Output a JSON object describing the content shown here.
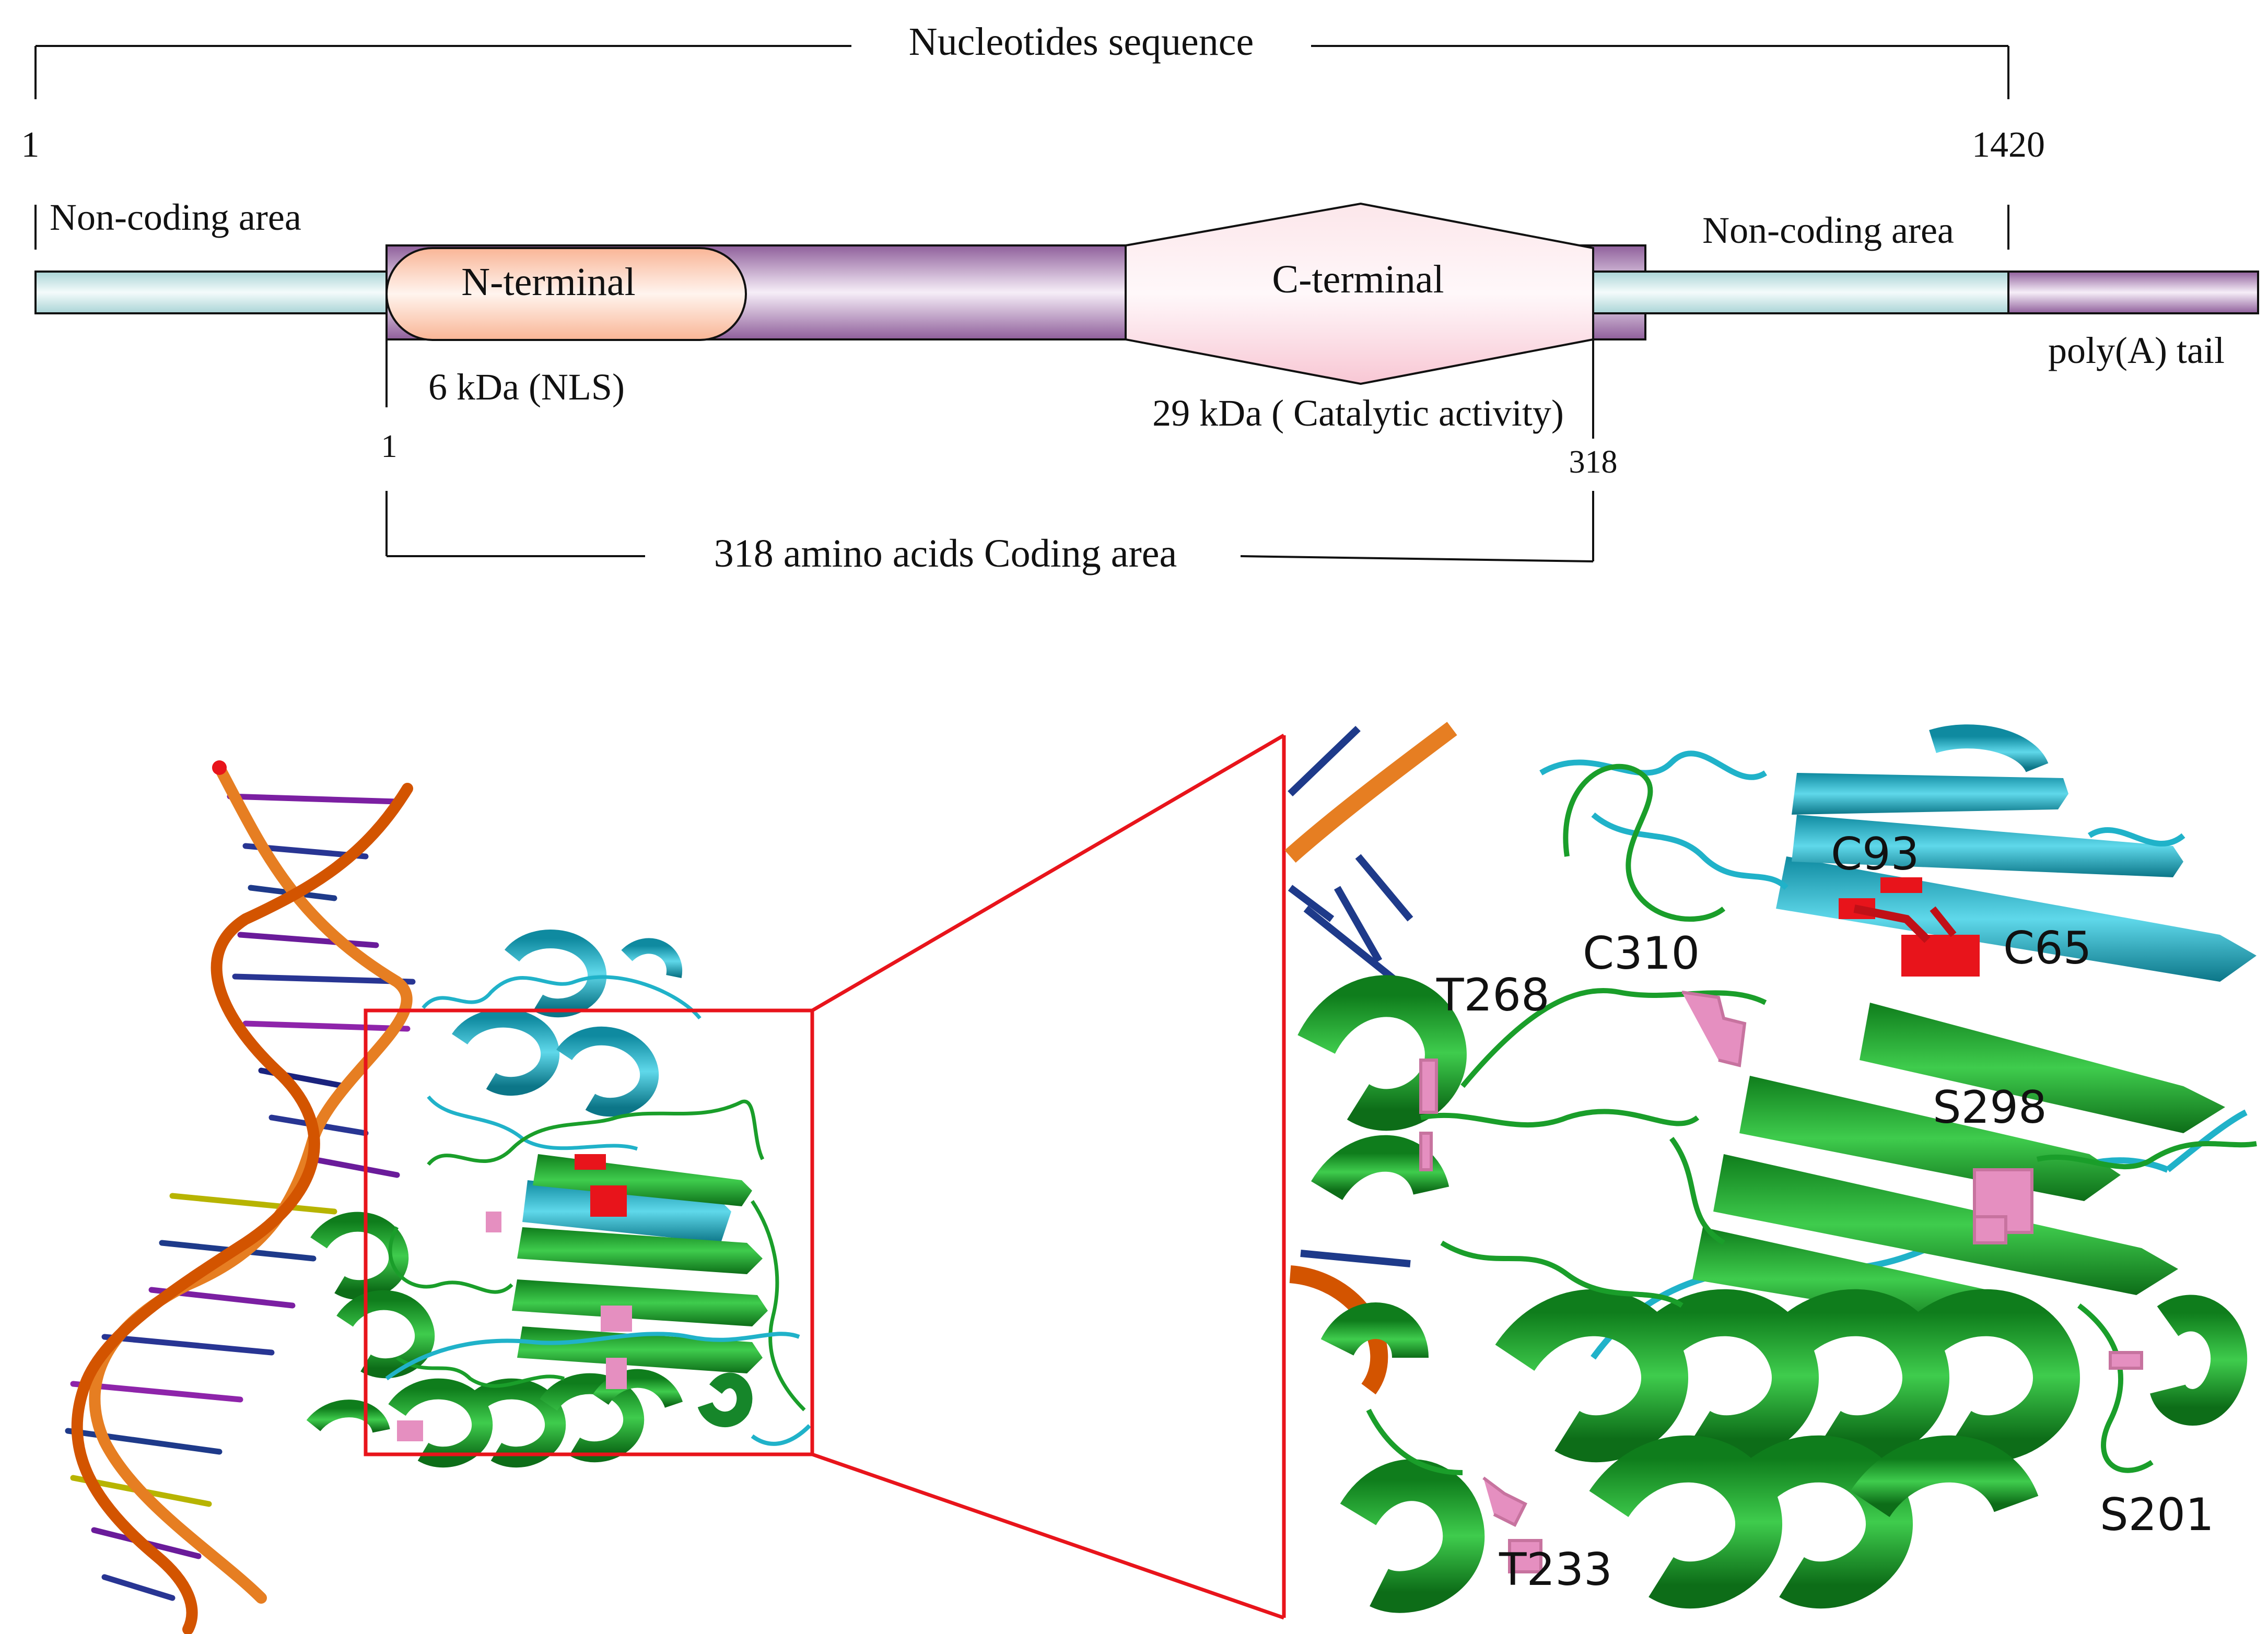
{
  "gene_map": {
    "nucleotides_label": "Nucleotides sequence",
    "nt_start": "1",
    "nt_end": "1420",
    "noncoding_left": "Non-coding area",
    "noncoding_right": "Non-coding area",
    "n_terminal": "N-terminal",
    "c_terminal": "C-terminal",
    "n_domain_note": "6 kDa (NLS)",
    "c_domain_note": "29 kDa ( Catalytic activity)",
    "aa_start": "1",
    "aa_end": "318",
    "polya": "poly(A) tail",
    "coding_label": "318 amino acids Coding area"
  },
  "structure": {
    "residue_labels": [
      "C93",
      "C310",
      "C65",
      "T268",
      "S298",
      "S201",
      "T233"
    ]
  },
  "colors": {
    "noncoding": "#cfe9ea",
    "coding": "#a77fb0",
    "n_terminal": "#fbc7b1",
    "c_terminal": "#fbe0e8",
    "dna_backbone": "#e67e22",
    "protein_main": "#1a9e2a",
    "protein_alt": "#20b2c9",
    "cysteine": "#e8141b",
    "ser_thr": "#e58fc0",
    "zoom_box": "#e8141b"
  }
}
